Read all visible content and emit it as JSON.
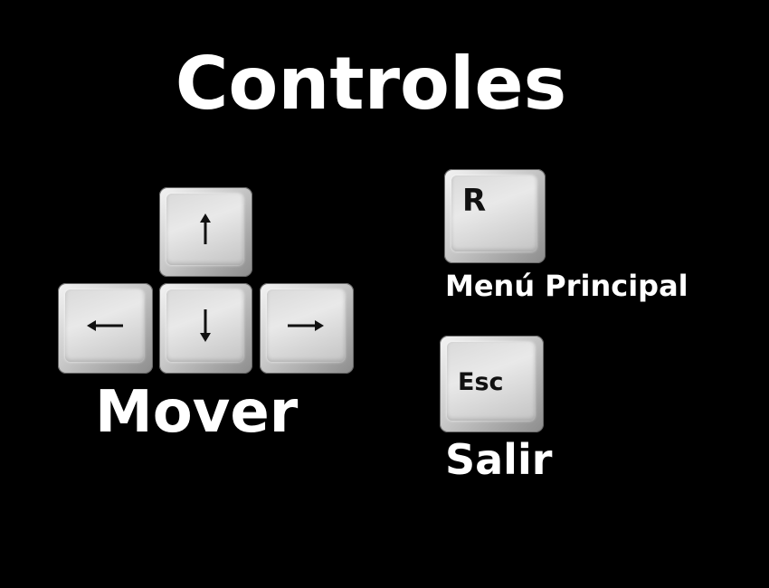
{
  "title": "Controles",
  "move": {
    "label": "Mover",
    "keys": {
      "up": "arrow-up-icon",
      "down": "arrow-down-icon",
      "left": "arrow-left-icon",
      "right": "arrow-right-icon"
    }
  },
  "menu": {
    "key_label": "R",
    "label": "Menú Principal"
  },
  "exit": {
    "key_label": "Esc",
    "label": "Salir"
  },
  "colors": {
    "background": "#000000",
    "text": "#ffffff",
    "key_face": "#e0e0e0",
    "key_glyph": "#111111"
  }
}
